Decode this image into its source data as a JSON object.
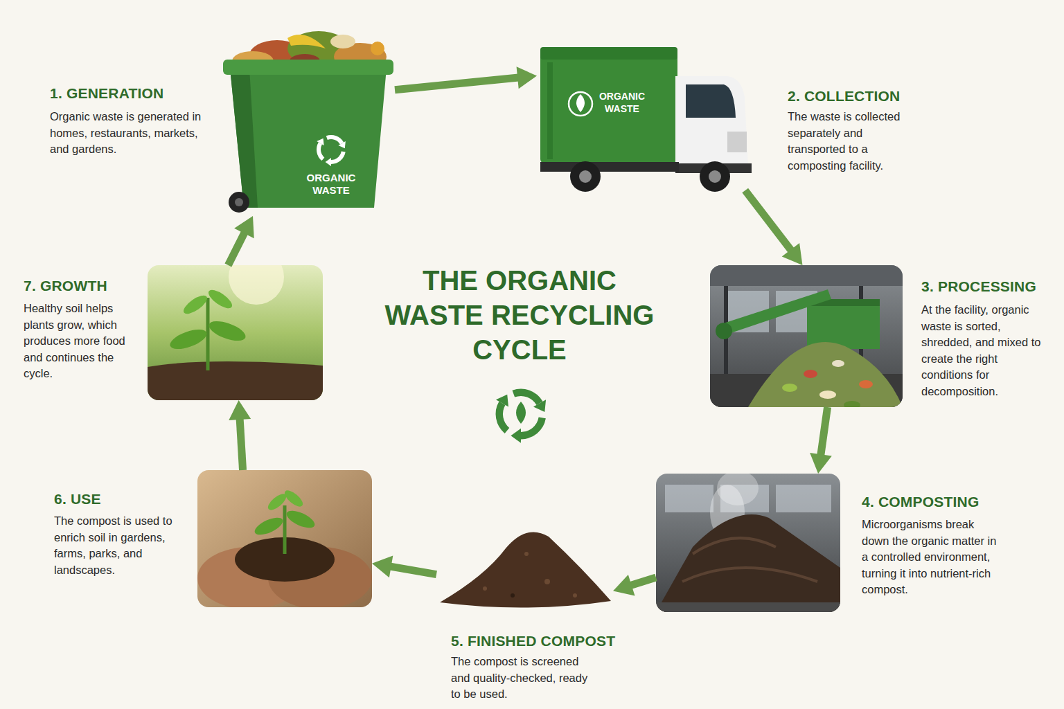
{
  "diagram": {
    "title": "THE ORGANIC WASTE RECYCLING CYCLE",
    "nodes": [
      {
        "text": [
          "1. GENERATION",
          "Organic waste is generated in homes, restaurants, markets, and gardens."
        ]
      },
      {
        "text": [
          "2. COLLECTION",
          "The waste is collected separately and transported to a composting facility."
        ]
      },
      {
        "text": [
          "3. PROCESSING",
          "At the facility, organic waste is sorted, shredded, and mixed to create the right conditions for decomposition."
        ]
      },
      {
        "text": [
          "4. COMPOSTING",
          "Microorganisms break down the organic matter in a controlled environment, turning it into nutrient-rich compost."
        ]
      },
      {
        "text": [
          "5. FINISHED COMPOST",
          "The compost is screened and quality-checked, ready to be used."
        ]
      },
      {
        "text": [
          "6. USE",
          "The compost is used to enrich soil in gardens, farms, parks, and landscapes."
        ]
      },
      {
        "text": [
          "7. GROWTH",
          "Healthy soil helps plants grow, which produces more food and continues the cycle."
        ]
      }
    ],
    "edges": [
      {
        "from": 0,
        "to": 1,
        "arrow": "to"
      },
      {
        "from": 1,
        "to": 2,
        "arrow": "to"
      },
      {
        "from": 2,
        "to": 3,
        "arrow": "to"
      },
      {
        "from": 3,
        "to": 4,
        "arrow": "to"
      },
      {
        "from": 4,
        "to": 5,
        "arrow": "to"
      },
      {
        "from": 5,
        "to": 6,
        "arrow": "to"
      },
      {
        "from": 6,
        "to": 0,
        "arrow": "to"
      }
    ],
    "labels": [
      "ORGANIC WASTE",
      "ORGANIC WASTE"
    ]
  }
}
